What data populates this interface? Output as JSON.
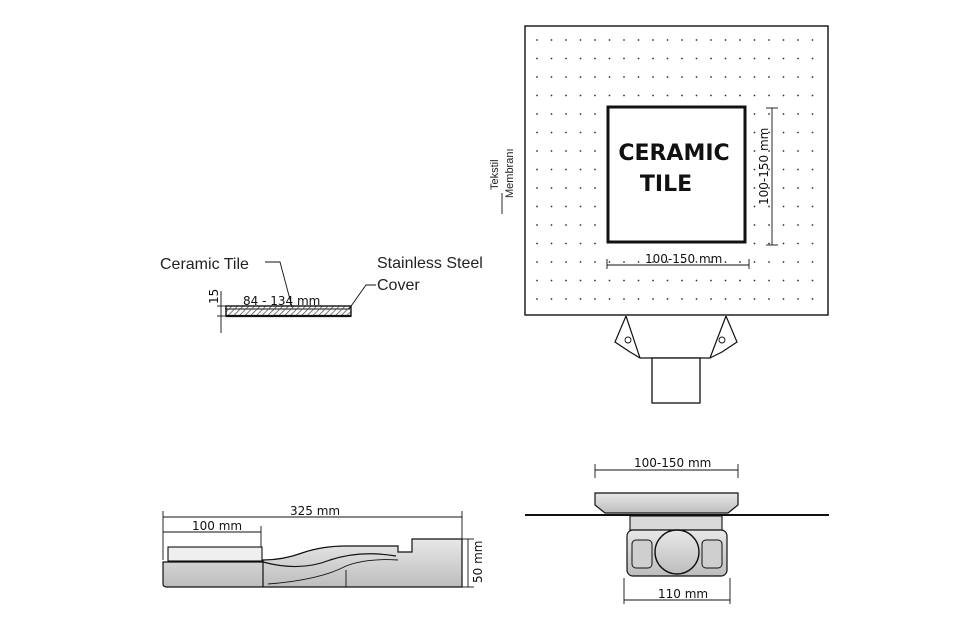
{
  "labels": {
    "ceramic_tile": "Ceramic Tile",
    "stainless_line1": "Stainless Steel",
    "stainless_line2": "Cover",
    "thickness": "15",
    "cover_width": "84 - 134 mm",
    "tile_line1": "CERAMIC",
    "tile_line2": "TILE",
    "membrane_line1": "Tekstil",
    "membrane_line2": "Membranı",
    "tile_height": "100-150 mm",
    "tile_width": "100-150 mm",
    "top_width": "100-150 mm",
    "total_length": "325 mm",
    "inlet_length": "100 mm",
    "height": "50 mm",
    "outlet_width": "110 mm"
  }
}
